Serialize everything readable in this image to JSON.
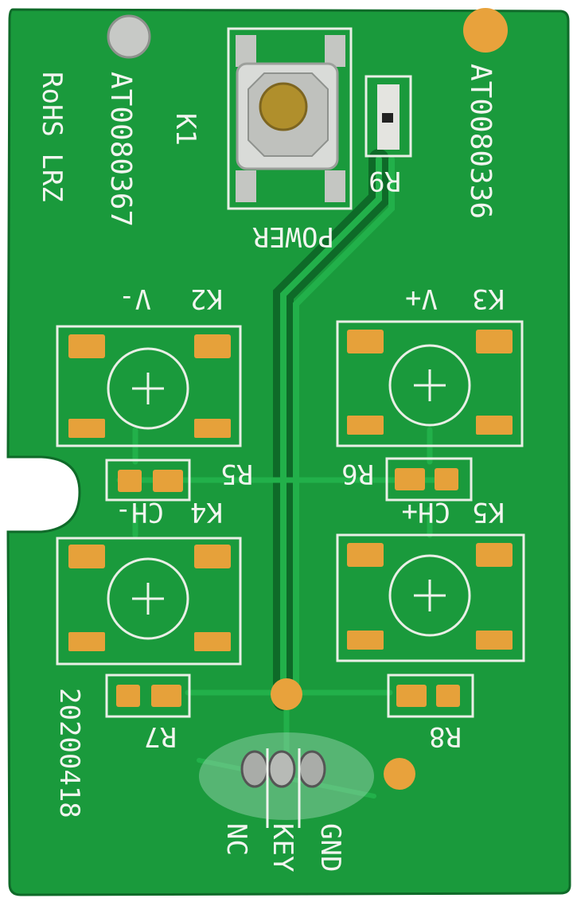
{
  "labels": {
    "top_left_code": "AT0080367",
    "rohs": "RoHS LRZ",
    "top_right_code": "AT0080336",
    "k1": "K1",
    "power": "POWER",
    "r9": "R9",
    "k2": "K2",
    "v_minus": "V-",
    "k3": "K3",
    "v_plus": "V+",
    "r5": "R5",
    "r6": "R6",
    "k4": "K4",
    "ch_minus": "CH-",
    "k5": "K5",
    "ch_plus": "CH+",
    "r7": "R7",
    "r8": "R8",
    "date": "20200418",
    "pin_nc": "NC",
    "pin_key": "KEY",
    "pin_gnd": "GND"
  },
  "colors": {
    "board": "#1a9a3c",
    "trace": "#23b04a",
    "silkscreen": "#f2f5ef",
    "pad": "#e6a13a"
  }
}
